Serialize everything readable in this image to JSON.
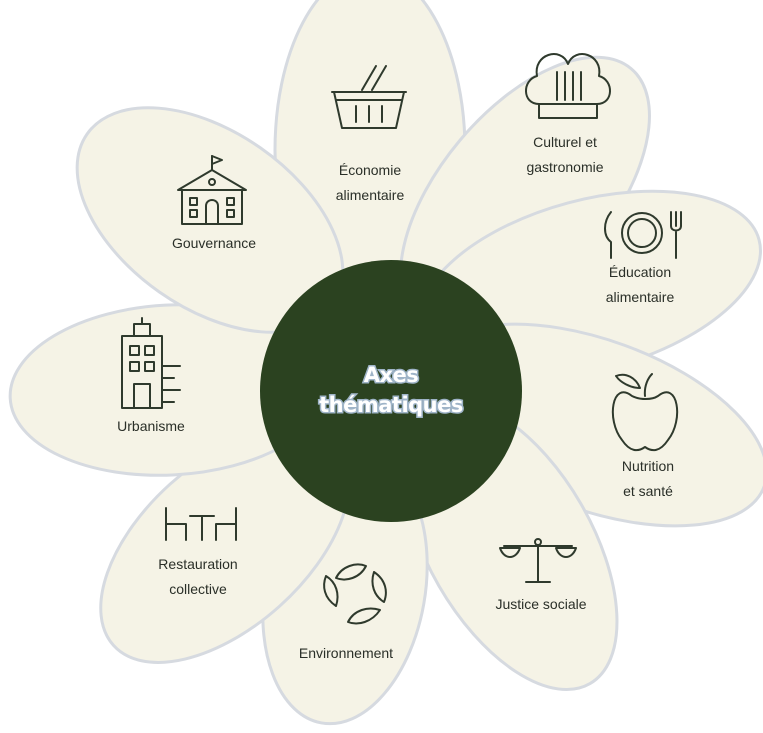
{
  "center": {
    "line1": "Axes",
    "line2": "thématiques",
    "color": "#2b4220"
  },
  "petal_fill": "#f5f3e6",
  "petals": [
    {
      "icon": "basket-icon",
      "line1": "Économie",
      "line2": "alimentaire"
    },
    {
      "icon": "chef-hat-icon",
      "line1": "Culturel et",
      "line2": "gastronomie"
    },
    {
      "icon": "plate-cutlery-icon",
      "line1": "Éducation",
      "line2": "alimentaire"
    },
    {
      "icon": "apple-icon",
      "line1": "Nutrition",
      "line2": "et santé"
    },
    {
      "icon": "scales-icon",
      "line1": "Justice sociale",
      "line2": ""
    },
    {
      "icon": "recycle-leaves-icon",
      "line1": "Environnement",
      "line2": ""
    },
    {
      "icon": "table-chairs-icon",
      "line1": "Restauration",
      "line2": "collective"
    },
    {
      "icon": "building-icon",
      "line1": "Urbanisme",
      "line2": ""
    },
    {
      "icon": "town-hall-icon",
      "line1": "Gouvernance",
      "line2": ""
    }
  ]
}
